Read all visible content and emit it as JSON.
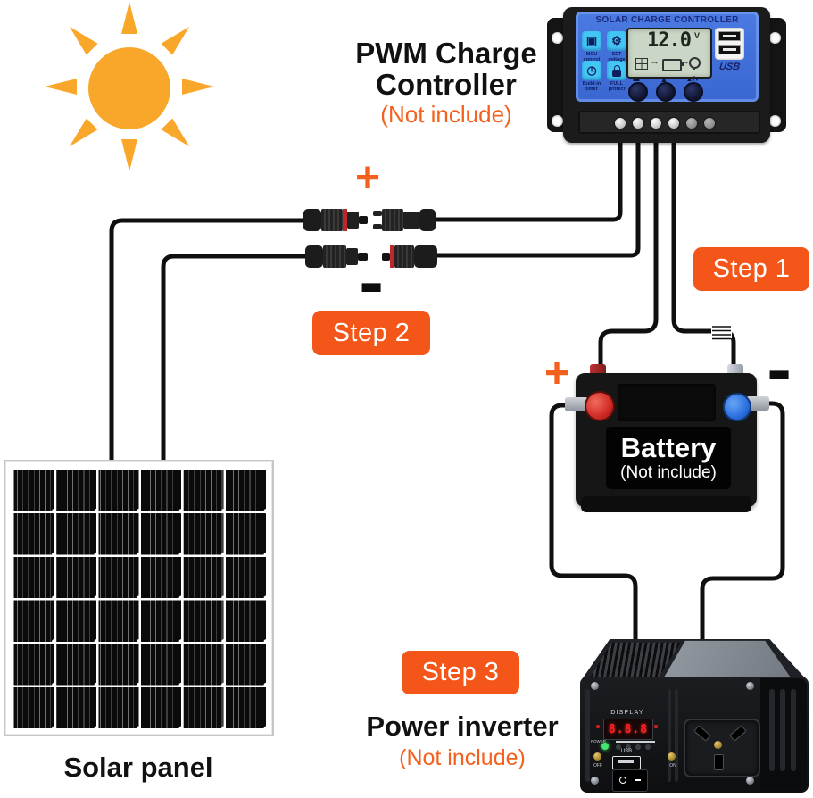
{
  "sun": {
    "name": "sun"
  },
  "pwm": {
    "heading_line1": "PWM Charge",
    "heading_line2": "Controller",
    "note": "(Not include)"
  },
  "controller": {
    "title": "SOLAR CHARGE CONTROLLER",
    "features": [
      "MCU\ncontrol",
      "SET\nvoltage",
      "Build-in\ntimer",
      "FULL\nprotect"
    ],
    "lcd_voltage": "12.0",
    "lcd_unit": "V",
    "usb_label": "USB",
    "buttons": [
      "▬",
      "▲",
      "▲/◗"
    ]
  },
  "marks": {
    "plus": "+",
    "minus": "−"
  },
  "steps": [
    "Step 1",
    "Step 2",
    "Step 3"
  ],
  "battery": {
    "name": "Battery",
    "note": "(Not include)"
  },
  "inverter": {
    "heading": "Power inverter",
    "note": "(Not include)",
    "display_label": "DISPLAY",
    "display_value": "8.8.8",
    "power_label": "POWER",
    "usb_label": "USB",
    "off_label": "OFF",
    "on_label": "ON"
  },
  "solar_panel": {
    "heading": "Solar panel"
  },
  "colors": {
    "accent_orange": "#F4561A",
    "note_orange": "#F4611E",
    "sun_orange": "#F9A72B",
    "controller_blue": "#3D6ED8",
    "icon_cyan": "#43C6F4",
    "lcd_green": "#CBD7C6",
    "battery_red": "#CF2B24",
    "battery_blue": "#2B6FE0",
    "wire_black": "#0F0F0F"
  }
}
